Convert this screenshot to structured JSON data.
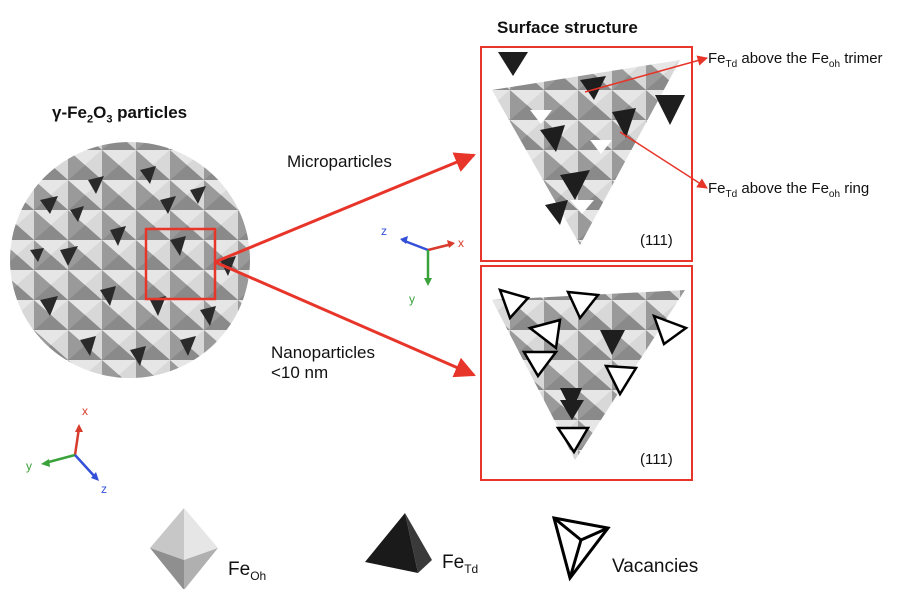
{
  "header": {
    "surface_structure": "Surface structure",
    "particles_title_prefix": "γ-Fe",
    "particles_sub2": "2",
    "particles_mid": "O",
    "particles_sub3": "3",
    "particles_suffix": " particles"
  },
  "labels": {
    "microparticles": "Microparticles",
    "nanoparticles_line1": "Nanoparticles",
    "nanoparticles_line2": "<10 nm",
    "miller_top": "(111)",
    "miller_bottom": "(111)"
  },
  "annotations": {
    "trimer": {
      "fe": "Fe",
      "td": "Td",
      "mid": " above the Fe",
      "oh": "oh",
      "end": " trimer"
    },
    "ring": {
      "fe": "Fe",
      "td": "Td",
      "mid": " above the Fe",
      "oh": "oh",
      "end": " ring"
    }
  },
  "axes_small": {
    "z": "z",
    "x": "x",
    "y": "y"
  },
  "axes_left": {
    "x": "x",
    "y": "y",
    "z": "z"
  },
  "legend": {
    "feoh_main": "Fe",
    "feoh_sub": "Oh",
    "fetd_main": "Fe",
    "fetd_sub": "Td",
    "vacancies": "Vacancies"
  },
  "colors": {
    "accent": "#e8352a",
    "axis_x": "#d83a2b",
    "axis_y": "#3aa23a",
    "axis_z": "#3450d8"
  }
}
